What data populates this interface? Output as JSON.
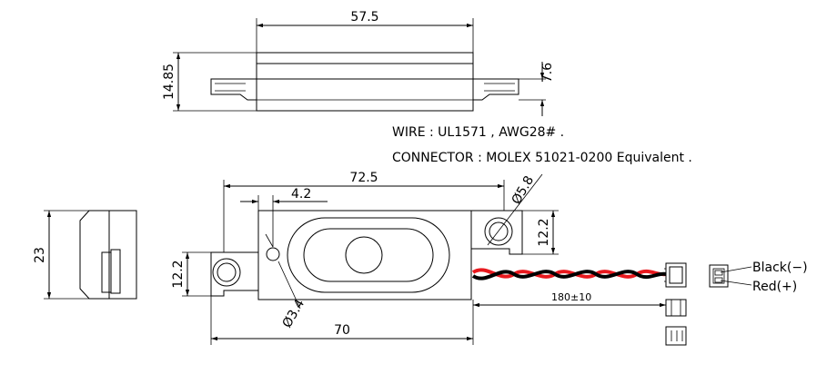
{
  "top_view": {
    "width_label": "57.5",
    "height_label": "14.85",
    "depth_label": "7.6"
  },
  "notes": {
    "wire": "WIRE : UL1571 , AWG28# .",
    "connector": "CONNECTOR : MOLEX 51021-0200 Equivalent ."
  },
  "front_view": {
    "overall_width_label": "72.5",
    "hole_offset_label": "4.2",
    "hole_diameter_label": "Ø5.8",
    "right_height_label": "12.2",
    "left_height_label": "12.2",
    "small_hole_label": "Ø3.4",
    "bottom_width_label": "70",
    "wire_length_label": "180±10"
  },
  "side_view": {
    "height_label": "23"
  },
  "connector_pins": {
    "black_label": "Black(−)",
    "red_label": "Red(+)"
  },
  "colors": {
    "wire_red": "#e8191e",
    "wire_black": "#000000"
  }
}
